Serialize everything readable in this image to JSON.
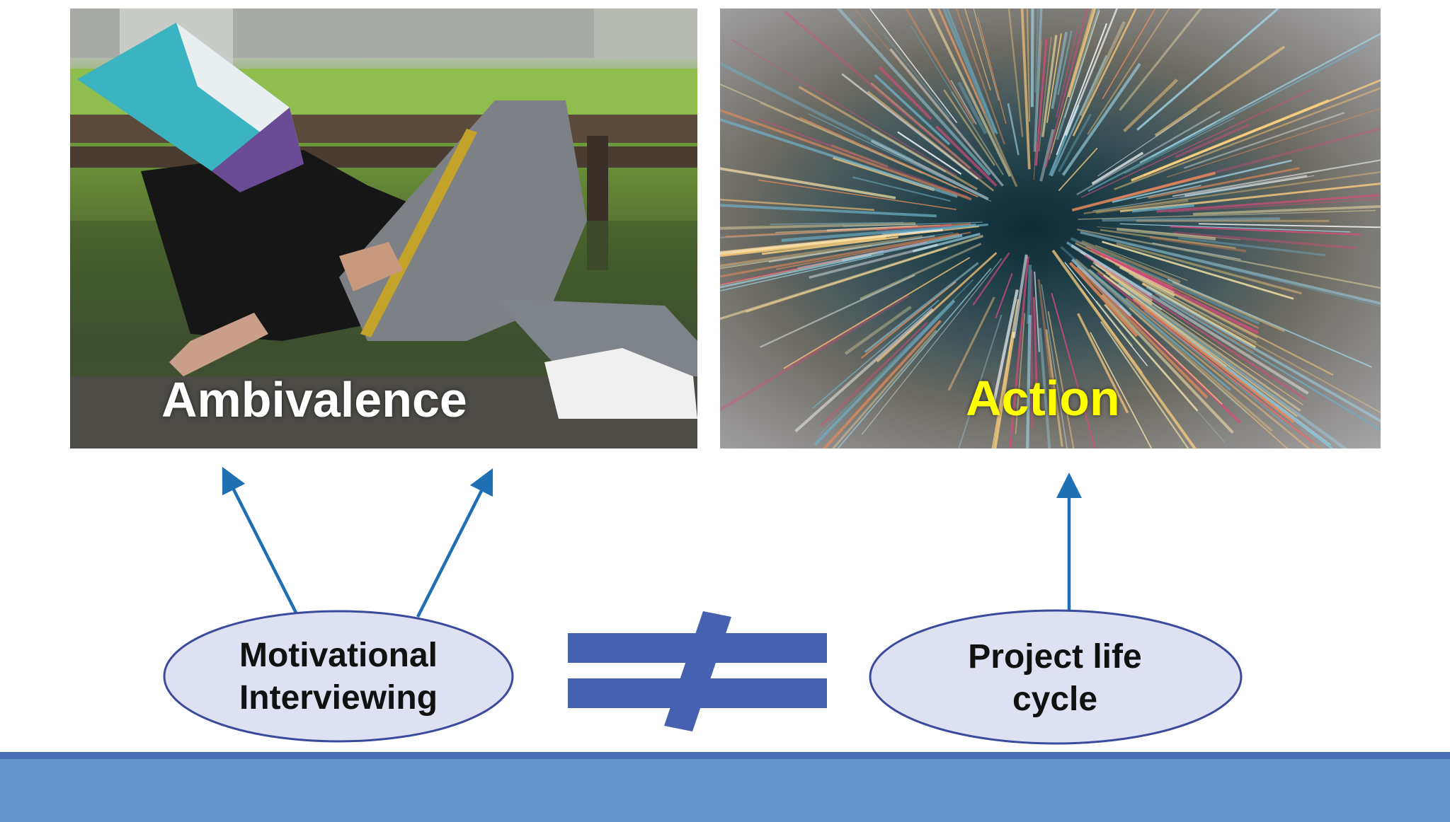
{
  "slide": {
    "images": {
      "left": {
        "caption": "Ambivalence",
        "caption_color": "#ffffff"
      },
      "right": {
        "caption": "Action",
        "caption_color": "#ffff00"
      }
    },
    "diagram": {
      "left_node": {
        "line1": "Motivational",
        "line2": "Interviewing"
      },
      "right_node": {
        "line1": "Project life",
        "line2": "cycle"
      },
      "relation": "not-equal-icon",
      "arrow_color": "#1f6fb5",
      "node_fill": "#dde1f1",
      "node_stroke": "#3b4a9c",
      "symbol_color": "#4561b0"
    },
    "footer": {
      "color": "#6396cc",
      "border_color": "#4a6fb4"
    }
  }
}
